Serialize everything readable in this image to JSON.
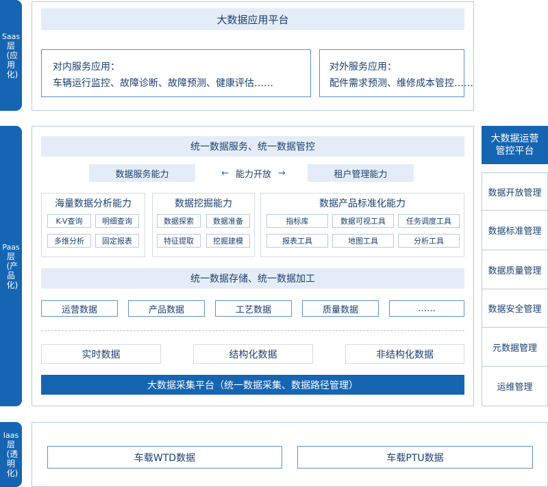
{
  "layers": {
    "saas": {
      "en": "Saas",
      "zh": "层(应用化)"
    },
    "paas": {
      "en": "Paas",
      "zh": "层(产品化)"
    },
    "iaas": {
      "en": "Iaas",
      "zh": "层(透明化)"
    }
  },
  "saas": {
    "title": "大数据应用平台",
    "internal": {
      "title": "对内服务应用：",
      "items": "车辆运行监控、故障诊断、故障预测、健康评估……"
    },
    "external": {
      "title": "对外服务应用：",
      "items": "配件需求预测、维修成本管控……"
    }
  },
  "paas": {
    "service_title": "统一数据服务、统一数据管控",
    "data_service": "数据服务能力",
    "open": "能力开放",
    "tenant": "租户管理能力",
    "groups": [
      {
        "title": "海量数据分析能力",
        "items": [
          "K-V查询",
          "明细查询",
          "多维分析",
          "固定报表"
        ]
      },
      {
        "title": "数据挖掘能力",
        "items": [
          "数据探索",
          "数据准备",
          "特征提取",
          "挖掘建模"
        ]
      },
      {
        "title": "数据产品标准化能力",
        "items": [
          "指标库",
          "数据可视工具",
          "任务调度工具",
          "报表工具",
          "地图工具",
          "分析工具"
        ]
      }
    ],
    "storage_title": "统一数据存储、统一数据加工",
    "categories": [
      "运营数据",
      "产品数据",
      "工艺数据",
      "质量数据",
      "……"
    ],
    "types": [
      "实时数据",
      "结构化数据",
      "非结构化数据"
    ],
    "collect": "大数据采集平台（统一数据采集、数据路径管理）"
  },
  "ops": {
    "title": "大数据运营管控平台",
    "items": [
      "数据开放管理",
      "数据标准管理",
      "数据质量管理",
      "数据安全管理",
      "元数据管理",
      "运维管理"
    ]
  },
  "iaas": {
    "items": [
      "车载WTD数据",
      "车载PTU数据"
    ]
  }
}
